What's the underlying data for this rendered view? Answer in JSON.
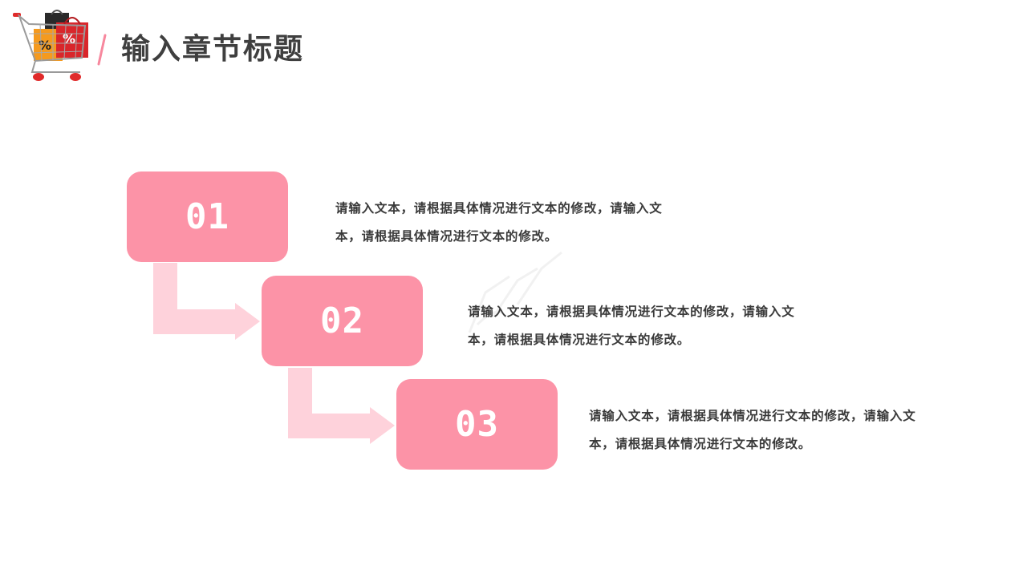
{
  "header": {
    "title": "输入章节标题",
    "icon": "shopping-cart-icon",
    "accent_color": "#f7889e"
  },
  "colors": {
    "box": "#fc93a7",
    "arrow": "#fed2db",
    "title_text": "#3f3f3f",
    "body_text": "#3a3a3a"
  },
  "steps": [
    {
      "number": "01",
      "text": "请输入文本，请根据具体情况进行文本的修改，请输入文本，请根据具体情况进行文本的修改。"
    },
    {
      "number": "02",
      "text": "请输入文本，请根据具体情况进行文本的修改，请输入文本，请根据具体情况进行文本的修改。"
    },
    {
      "number": "03",
      "text": "请输入文本，请根据具体情况进行文本的修改，请输入文本，请根据具体情况进行文本的修改。"
    }
  ]
}
